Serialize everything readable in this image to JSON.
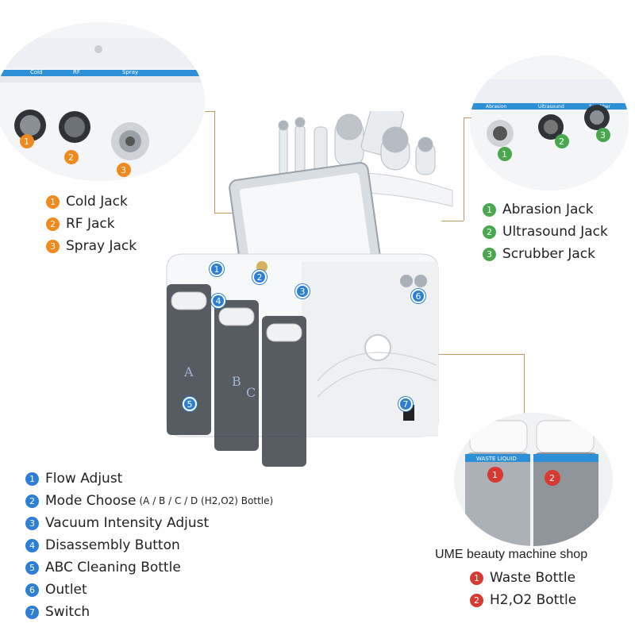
{
  "top_left_panel": {
    "panel_labels": [
      "Cold",
      "RF",
      "Spray"
    ],
    "legend": [
      {
        "n": "1",
        "label": "Cold Jack"
      },
      {
        "n": "2",
        "label": "RF Jack"
      },
      {
        "n": "3",
        "label": "Spray Jack"
      }
    ]
  },
  "top_right_panel": {
    "panel_labels": [
      "Abrasion",
      "Ultrasound",
      "Scrubber"
    ],
    "legend": [
      {
        "n": "1",
        "label": "Abrasion Jack"
      },
      {
        "n": "2",
        "label": "Ultrasound Jack"
      },
      {
        "n": "3",
        "label": "Scrubber Jack"
      }
    ]
  },
  "machine": {
    "bottle_letters": [
      "A",
      "B",
      "C"
    ],
    "markers": [
      "1",
      "2",
      "3",
      "4",
      "5",
      "6",
      "7"
    ]
  },
  "main_legend": [
    {
      "n": "1",
      "label": "Flow Adjust",
      "suffix": ""
    },
    {
      "n": "2",
      "label": "Mode Choose",
      "suffix": "(A / B / C / D (H2,O2) Bottle)"
    },
    {
      "n": "3",
      "label": "Vacuum Intensity Adjust",
      "suffix": ""
    },
    {
      "n": "4",
      "label": "Disassembly Button",
      "suffix": ""
    },
    {
      "n": "5",
      "label": "ABC Cleaning Bottle",
      "suffix": ""
    },
    {
      "n": "6",
      "label": "Outlet",
      "suffix": ""
    },
    {
      "n": "7",
      "label": "Switch",
      "suffix": ""
    }
  ],
  "bottom_right_panel": {
    "bottle_label": "WASTE LIQUID",
    "legend": [
      {
        "n": "1",
        "label": "Waste Bottle"
      },
      {
        "n": "2",
        "label": "H2,O2 Bottle"
      }
    ]
  },
  "watermark": "UME beauty machine shop",
  "colors": {
    "orange": "#f08a1c",
    "green": "#49a84d",
    "blue": "#2c7fd4",
    "red": "#d63a30",
    "callout": "#b99a63"
  }
}
